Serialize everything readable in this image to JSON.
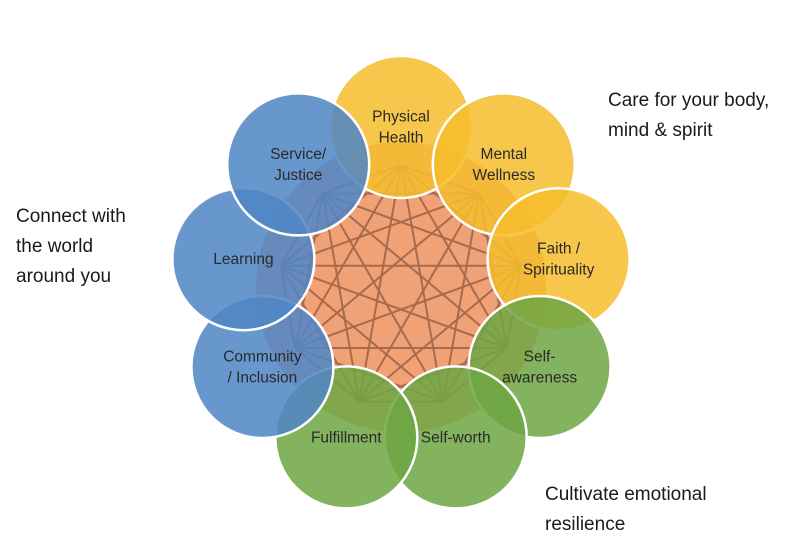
{
  "nodes": [
    {
      "id": "physical-health",
      "label_lines": [
        "Physical",
        "Health"
      ],
      "group": "body"
    },
    {
      "id": "mental-wellness",
      "label_lines": [
        "Mental",
        "Wellness"
      ],
      "group": "body"
    },
    {
      "id": "faith-spirituality",
      "label_lines": [
        "Faith /",
        "Spirituality"
      ],
      "group": "body"
    },
    {
      "id": "self-awareness",
      "label_lines": [
        "Self-",
        "awareness"
      ],
      "group": "emotional"
    },
    {
      "id": "self-worth",
      "label_lines": [
        "Self-worth"
      ],
      "group": "emotional"
    },
    {
      "id": "fulfillment",
      "label_lines": [
        "Fulfillment"
      ],
      "group": "emotional"
    },
    {
      "id": "community-inclusion",
      "label_lines": [
        "Community",
        "/ Inclusion"
      ],
      "group": "world"
    },
    {
      "id": "learning",
      "label_lines": [
        "Learning"
      ],
      "group": "world"
    },
    {
      "id": "service-justice",
      "label_lines": [
        "Service/",
        "Justice"
      ],
      "group": "world"
    }
  ],
  "callouts": {
    "body": [
      "Care for your body,",
      "mind & spirit"
    ],
    "world": [
      "Connect with",
      "the world",
      "around you"
    ],
    "emotional": [
      "Cultivate emotional",
      "resilience"
    ]
  },
  "colors": {
    "body": "#f5be2c",
    "emotional": "#6fa743",
    "world": "#4f86c6",
    "hub": "#f0a276",
    "network_lines": "#a86a4c",
    "circle_stroke": "#ffffff"
  }
}
